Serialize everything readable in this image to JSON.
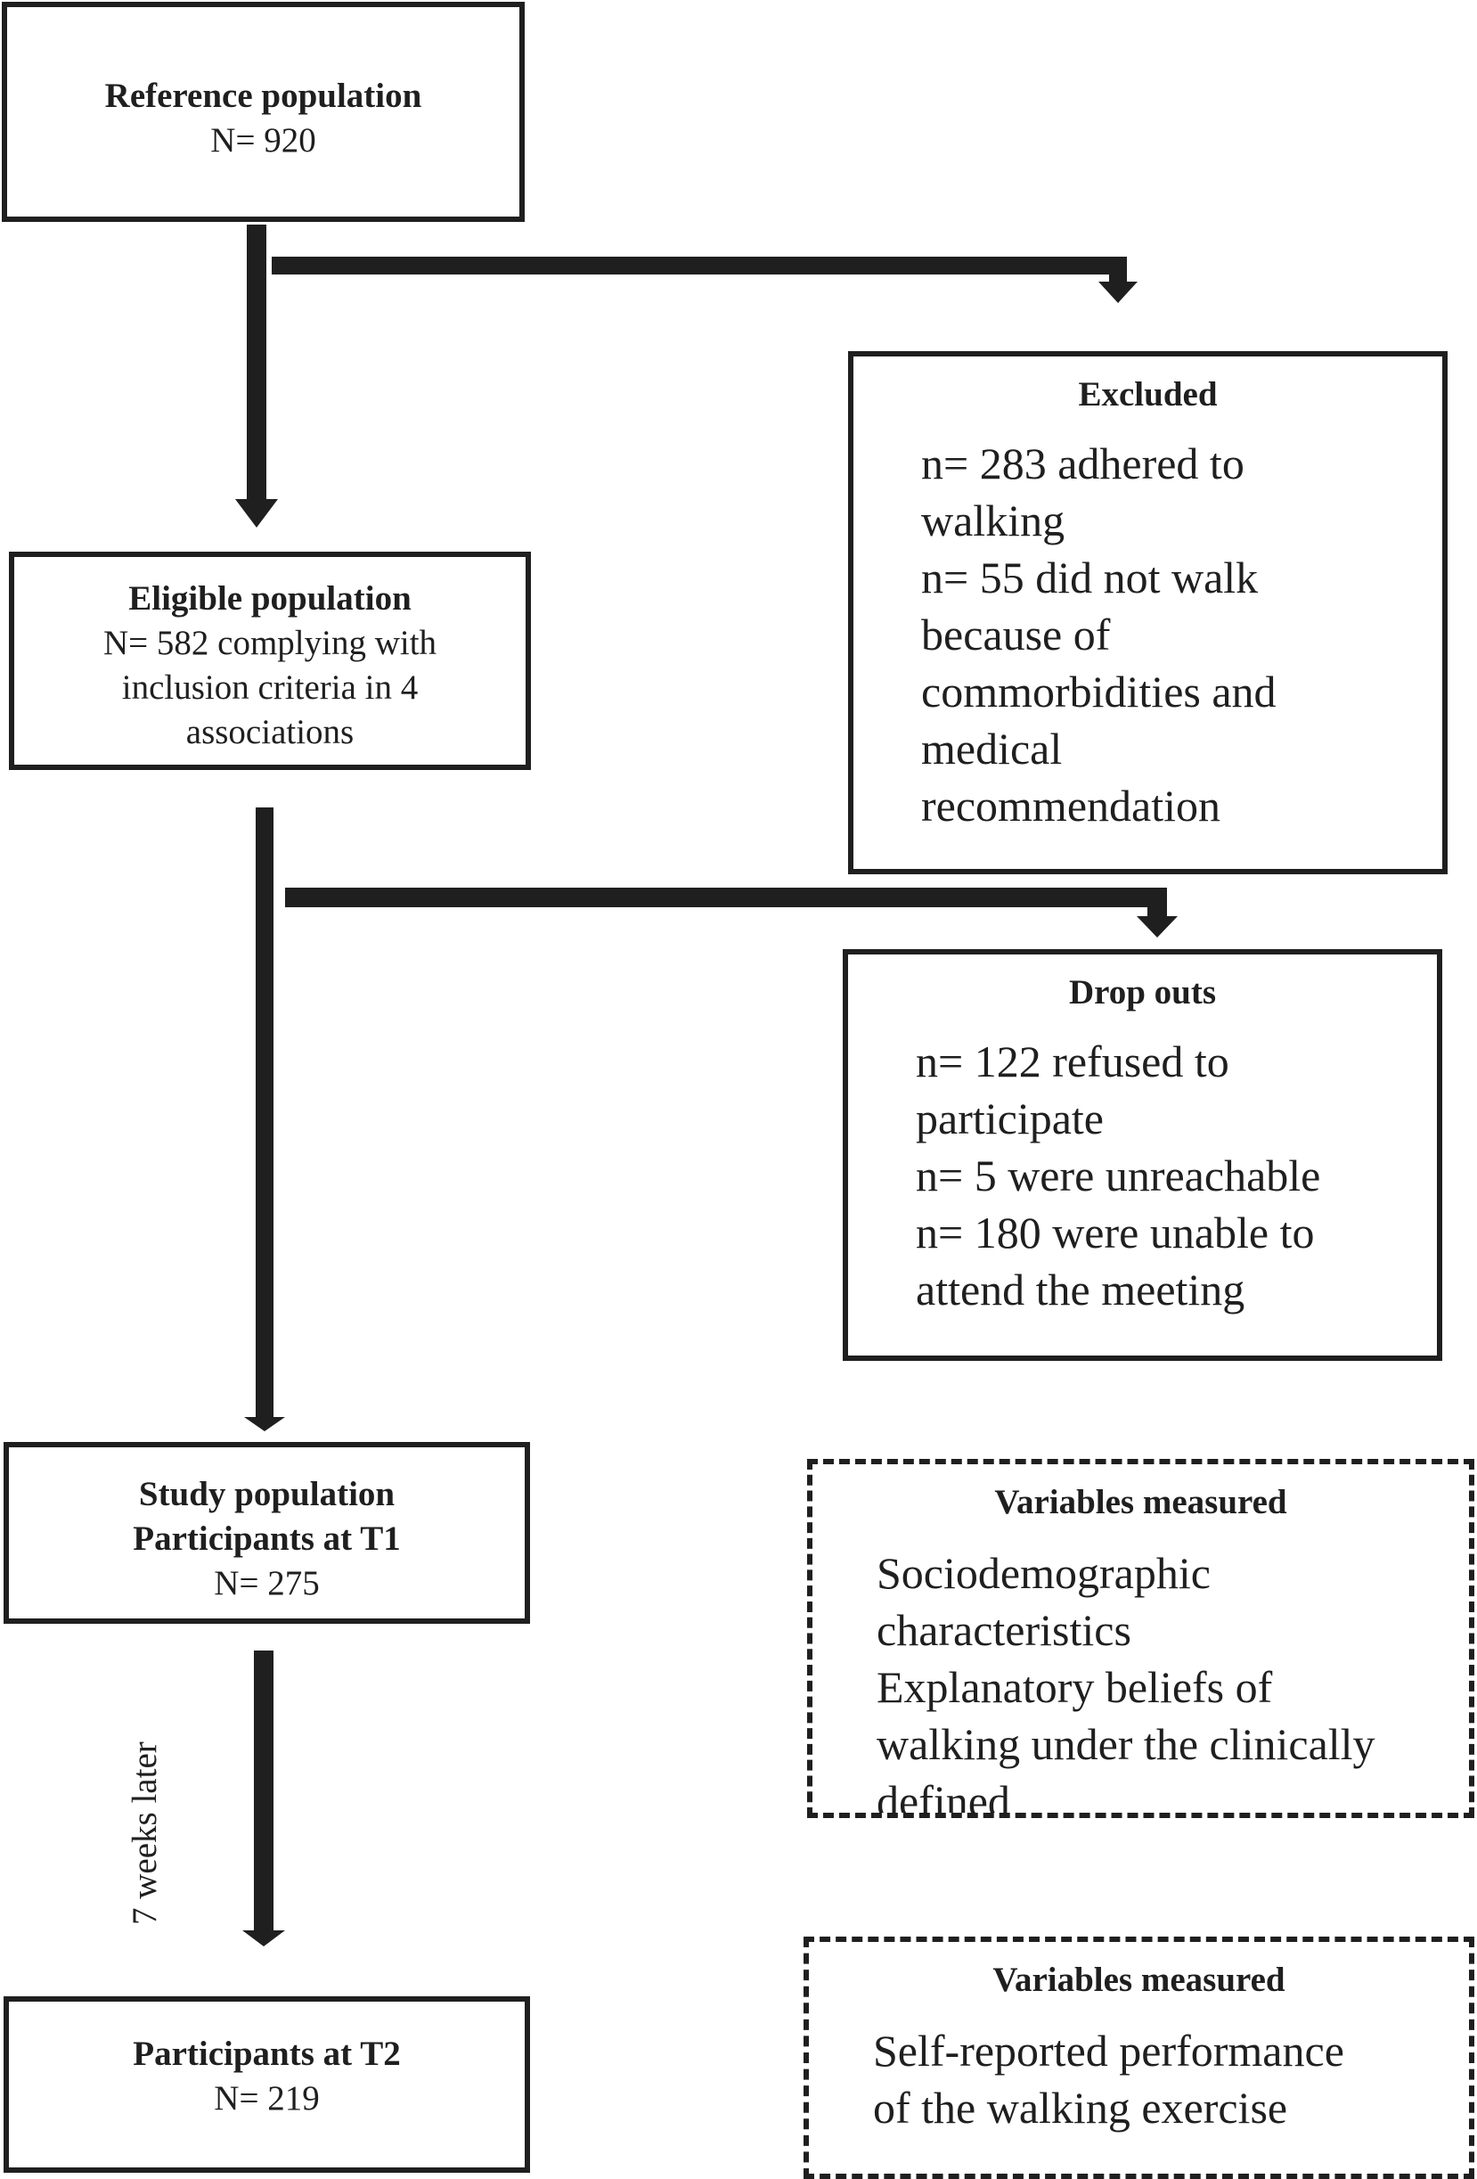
{
  "nodes": {
    "reference": {
      "title": "Reference population",
      "count": "N= 920"
    },
    "eligible": {
      "title": "Eligible population",
      "lines": [
        "N= 582 complying with",
        "inclusion criteria in 4",
        "associations"
      ]
    },
    "excluded": {
      "title": "Excluded",
      "lines": [
        "n= 283 adhered to",
        "walking",
        "n= 55 did not walk",
        "because of",
        "commorbidities and",
        "medical",
        "recommendation"
      ]
    },
    "dropouts": {
      "title": "Drop outs",
      "lines": [
        "n= 122 refused to",
        "participate",
        "n= 5 were unreachable",
        "n= 180 were unable to",
        "attend the meeting"
      ]
    },
    "study": {
      "title1": "Study population",
      "title2": "Participants at T1",
      "count": "N= 275"
    },
    "variables_t1": {
      "title": "Variables measured",
      "lines": [
        "Sociodemographic",
        "characteristics",
        "Explanatory beliefs of",
        "walking under the clinically",
        "defined"
      ]
    },
    "t2": {
      "title": "Participants at T2",
      "count": "N= 219"
    },
    "variables_t2": {
      "title": "Variables measured",
      "lines": [
        "Self-reported performance",
        "of the walking exercise"
      ]
    }
  },
  "edge_label": "7 weeks later"
}
